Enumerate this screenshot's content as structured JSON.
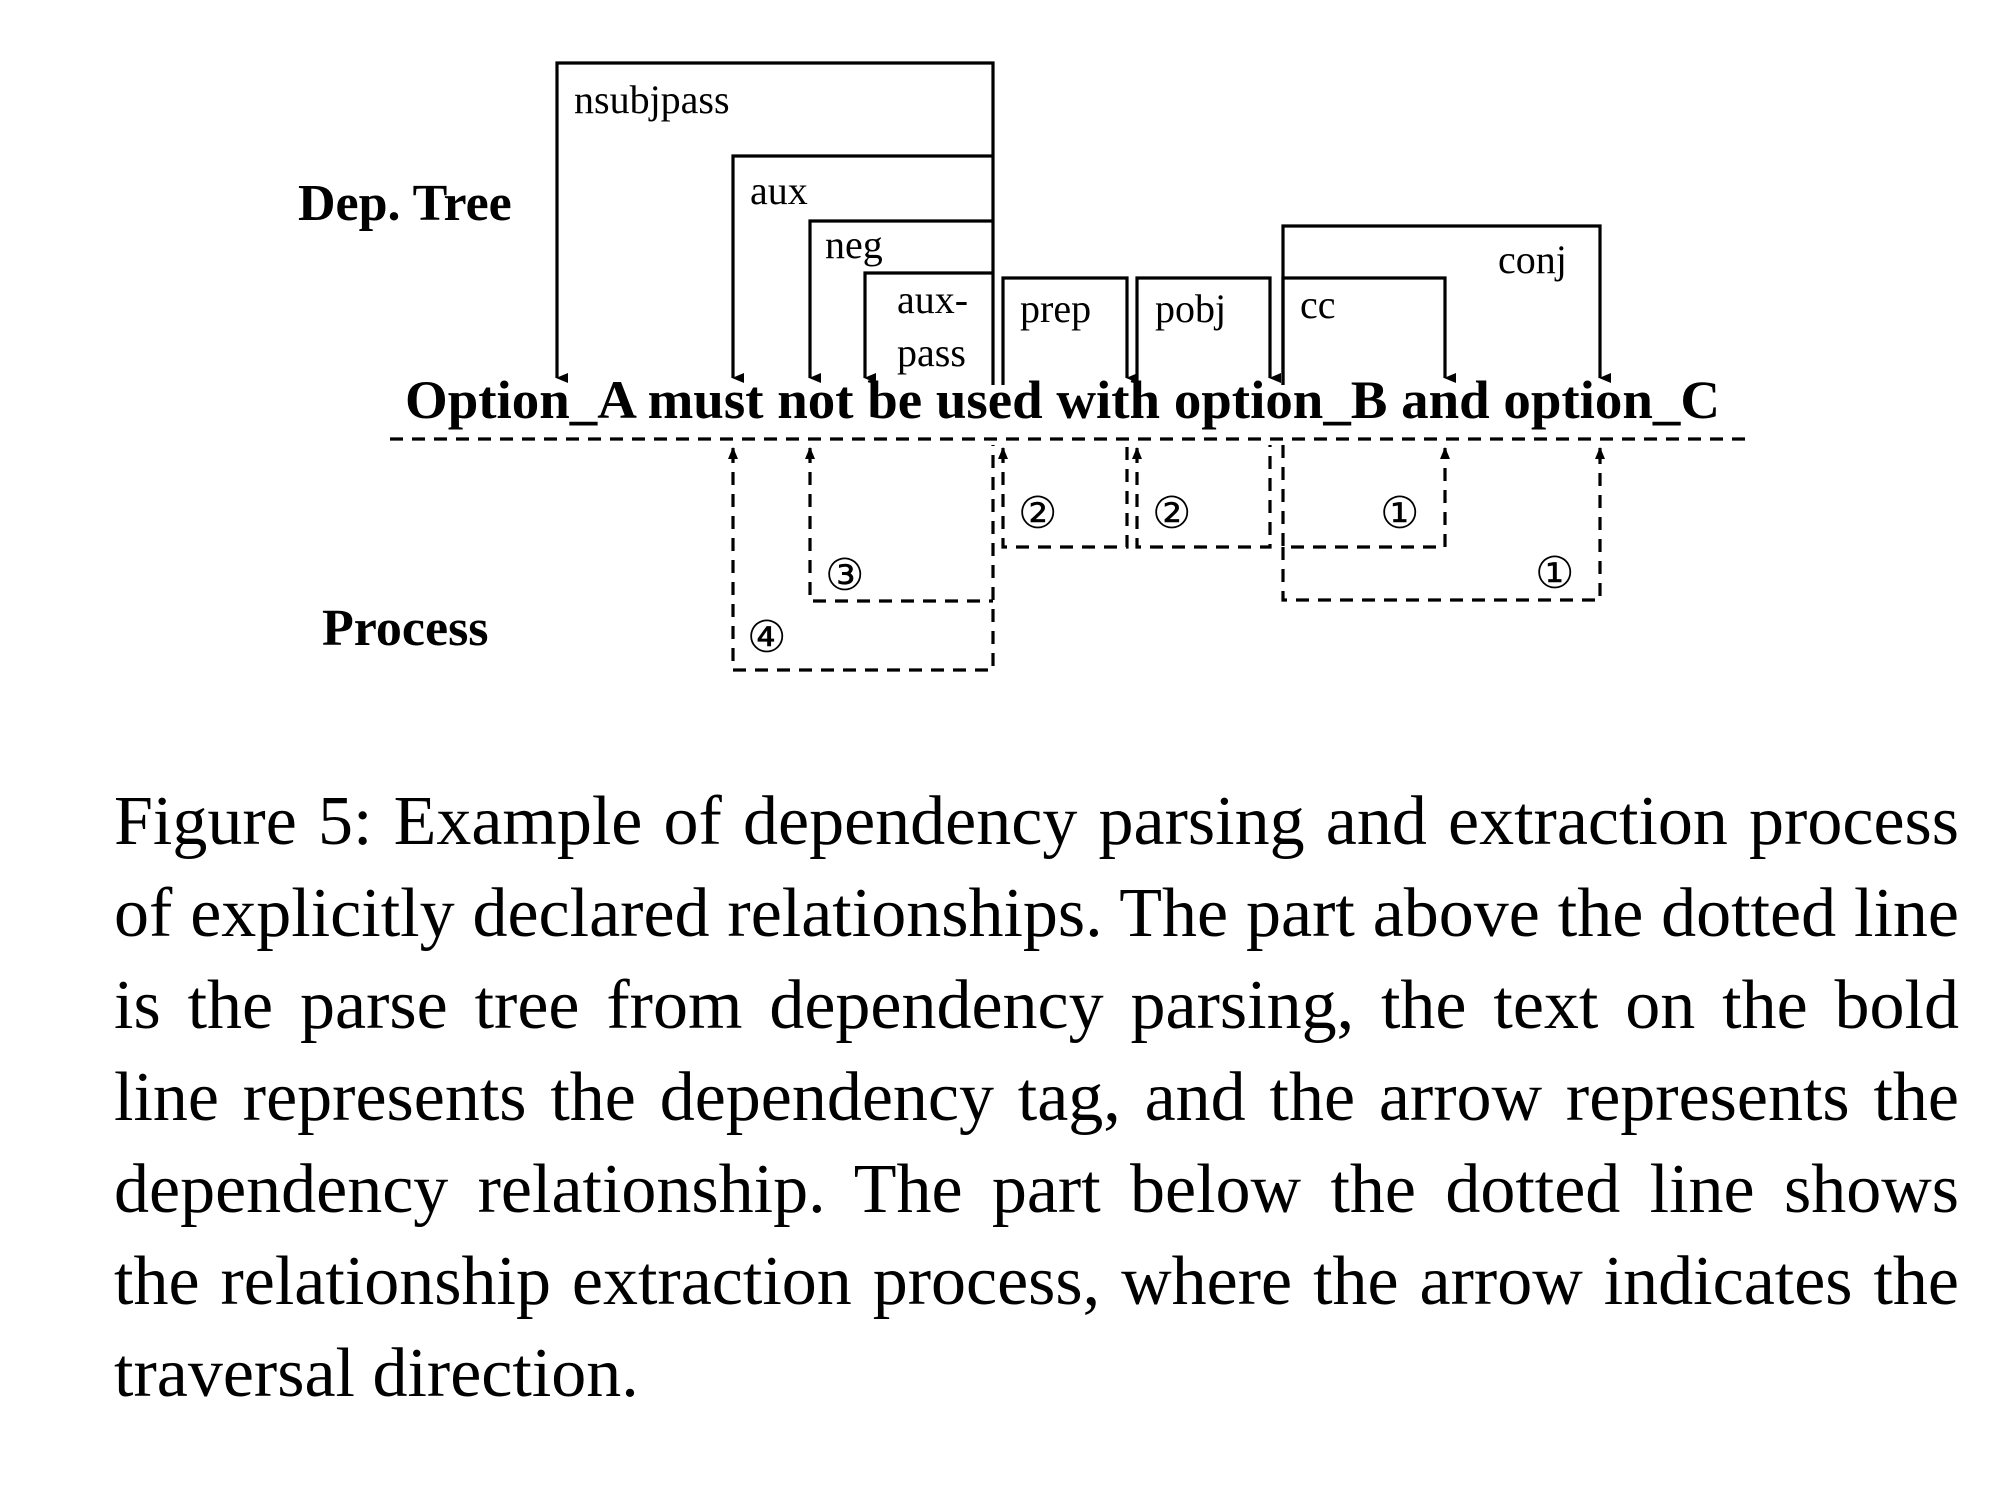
{
  "diagram": {
    "side_labels": {
      "top": "Dep. Tree",
      "bottom": "Process"
    },
    "sentence": "Option_A must not be used with option_B and option_C",
    "dependencies": [
      {
        "label": "nsubjpass",
        "head": "used",
        "dependent": "Option_A"
      },
      {
        "label": "aux",
        "head": "used",
        "dependent": "must"
      },
      {
        "label": "neg",
        "head": "used",
        "dependent": "not"
      },
      {
        "label": "aux-",
        "label_line2": "pass",
        "head": "used",
        "dependent": "be"
      },
      {
        "label": "prep",
        "head": "used",
        "dependent": "with"
      },
      {
        "label": "pobj",
        "head": "with",
        "dependent": "option_B"
      },
      {
        "label": "cc",
        "head": "option_B",
        "dependent": "and"
      },
      {
        "label": "conj",
        "head": "option_B",
        "dependent": "option_C"
      }
    ],
    "process_steps": [
      {
        "marker": "④",
        "order": 4
      },
      {
        "marker": "③",
        "order": 3
      },
      {
        "marker": "②",
        "order": 2
      },
      {
        "marker": "②",
        "order": 2
      },
      {
        "marker": "①",
        "order": 1
      },
      {
        "marker": "①",
        "order": 1
      }
    ]
  },
  "caption": "Figure 5: Example of dependency parsing and extraction pro­cess of explicitly declared relationships. The part above the dotted line is the parse tree from dependency parsing, the text on the bold line represents the dependency tag, and the arrow represents the dependency relationship. The part below the dotted line shows the relationship extraction process, where the arrow indicates the traversal direction."
}
